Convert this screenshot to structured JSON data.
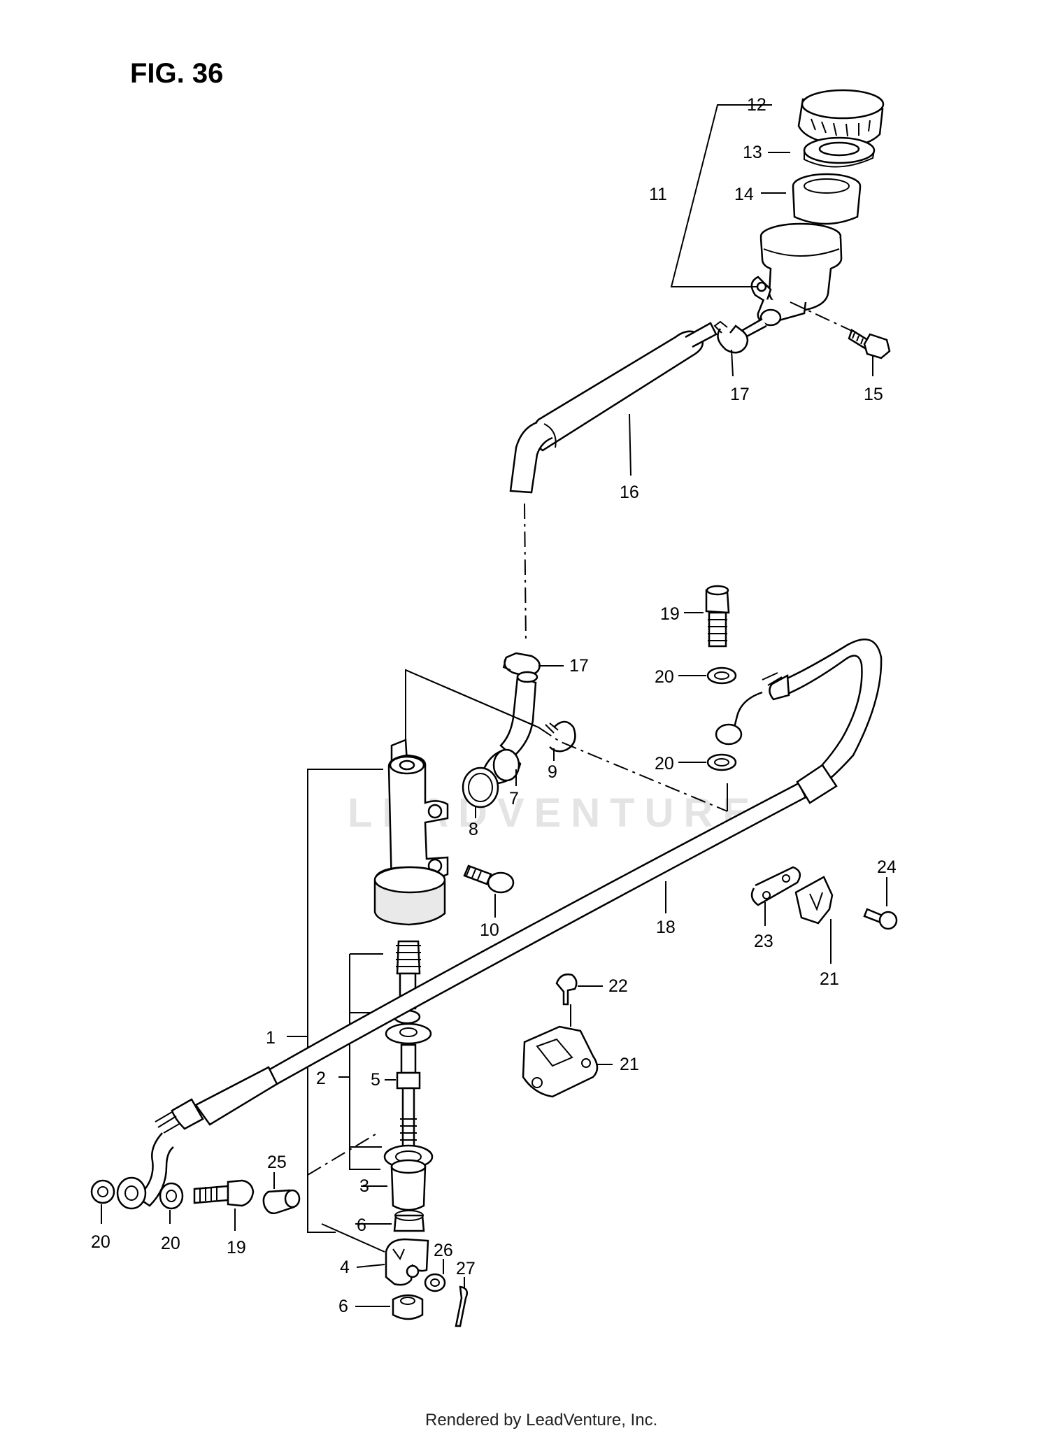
{
  "figure": {
    "title": "FIG. 36",
    "footer": "Rendered by LeadVenture, Inc.",
    "watermark": "LEADVENTURE"
  },
  "callouts": {
    "c1": "1",
    "c2": "2",
    "c3": "3",
    "c4": "4",
    "c5": "5",
    "c6a": "6",
    "c6b": "6",
    "c7": "7",
    "c8": "8",
    "c9": "9",
    "c10": "10",
    "c11": "11",
    "c12": "12",
    "c13": "13",
    "c14": "14",
    "c15": "15",
    "c16": "16",
    "c17a": "17",
    "c17b": "17",
    "c18": "18",
    "c19a": "19",
    "c19b": "19",
    "c20a": "20",
    "c20b": "20",
    "c20c": "20",
    "c20d": "20",
    "c21a": "21",
    "c21b": "21",
    "c22": "22",
    "c23": "23",
    "c24": "24",
    "c25": "25",
    "c26": "26",
    "c27": "27"
  }
}
